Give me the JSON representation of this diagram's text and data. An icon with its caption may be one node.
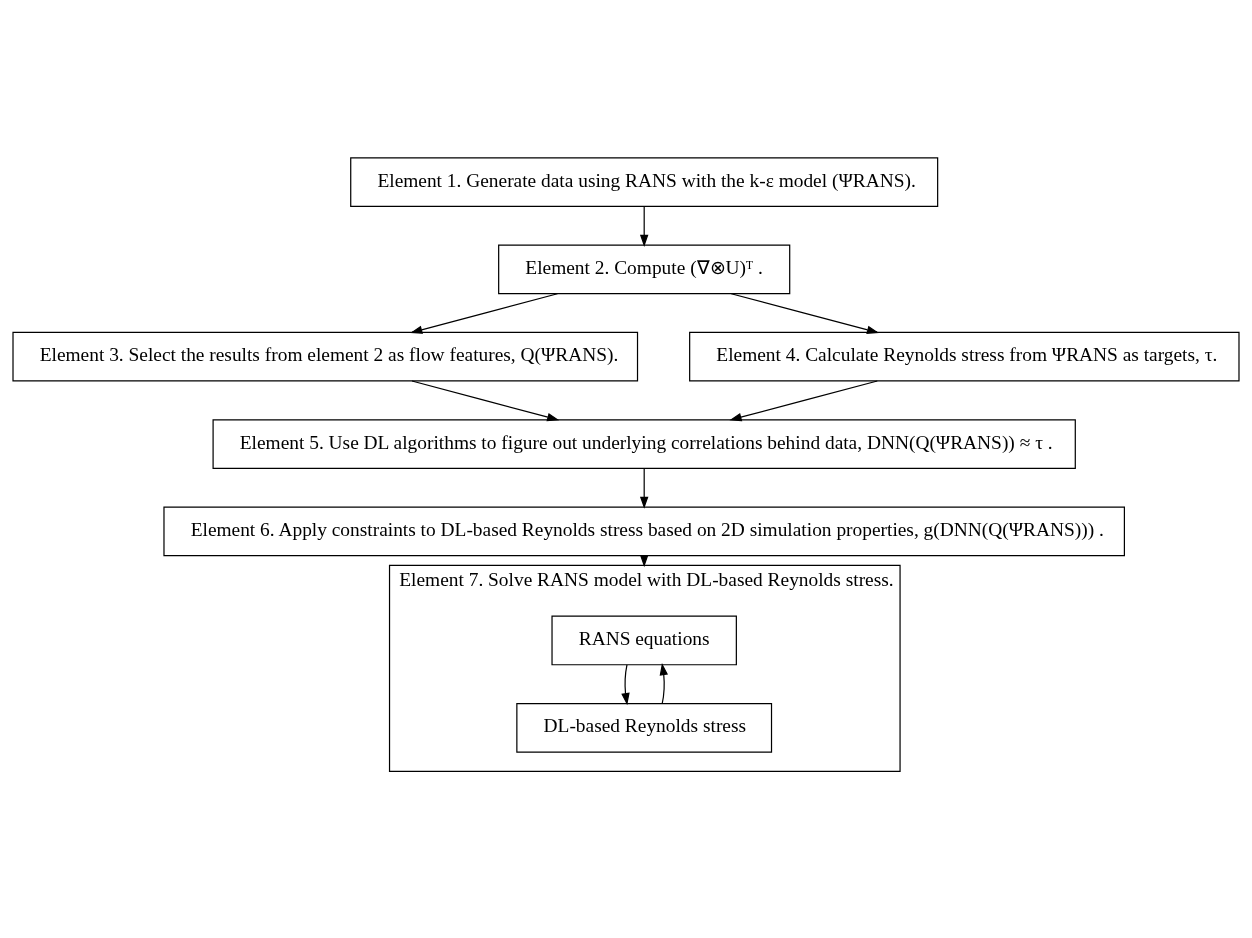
{
  "diagram": {
    "nodes": [
      {
        "text": [
          "Element 1. Generate data using RANS with the k-ε model (ΨRANS)."
        ]
      },
      {
        "text": [
          "Element 2. Compute (∇⊗U)ᵀ ."
        ]
      },
      {
        "text": [
          "Element 3. Select the results from element 2 as flow features, Q(ΨRANS)."
        ]
      },
      {
        "text": [
          "Element 4. Calculate Reynolds stress from ΨRANS as targets, τ."
        ]
      },
      {
        "text": [
          "Element 5. Use DL algorithms to figure out underlying correlations behind data, DNN(Q(ΨRANS)) ≈ τ ."
        ]
      },
      {
        "text": [
          "Element 6. Apply constraints to DL-based Reynolds stress based on 2D simulation properties, g(DNN(Q(ΨRANS))) ."
        ]
      },
      {
        "text": [
          "Element 7. Solve RANS model with DL-based Reynolds stress."
        ]
      },
      {
        "text": [
          "RANS equations"
        ],
        "in": 6
      },
      {
        "text": [
          "DL-based Reynolds stress"
        ],
        "in": 6
      }
    ],
    "edges": [
      {
        "from": 0,
        "to": 1,
        "arrow": "to"
      },
      {
        "from": 1,
        "to": 2,
        "arrow": "to"
      },
      {
        "from": 1,
        "to": 3,
        "arrow": "to"
      },
      {
        "from": 2,
        "to": 4,
        "arrow": "to"
      },
      {
        "from": 3,
        "to": 4,
        "arrow": "to"
      },
      {
        "from": 4,
        "to": 5,
        "arrow": "to"
      },
      {
        "from": 5,
        "to": 6,
        "arrow": "to"
      },
      {
        "from": 7,
        "to": 8,
        "arrow": "to"
      },
      {
        "from": 8,
        "to": 7,
        "arrow": "to"
      }
    ]
  }
}
